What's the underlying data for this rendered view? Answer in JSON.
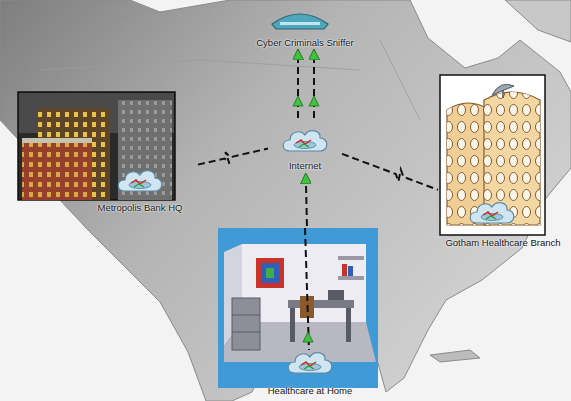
{
  "diagram": {
    "nodes": [
      {
        "text": [
          "Cyber Criminals Sniffer"
        ]
      },
      {
        "text": [
          "Internet"
        ]
      },
      {
        "text": [
          "Metropolis Bank HQ"
        ]
      },
      {
        "text": [
          "Gotham Healthcare Branch"
        ]
      },
      {
        "text": [
          "Healthcare at Home"
        ]
      }
    ],
    "edges": [
      {
        "from": 1,
        "to": 0,
        "arrow": "to"
      },
      {
        "from": 1,
        "to": 0,
        "arrow": "to"
      },
      {
        "from": 2,
        "to": 1,
        "arrow": "none"
      },
      {
        "from": 1,
        "to": 3,
        "arrow": "none"
      },
      {
        "from": 4,
        "to": 1,
        "arrow": "to"
      }
    ]
  }
}
